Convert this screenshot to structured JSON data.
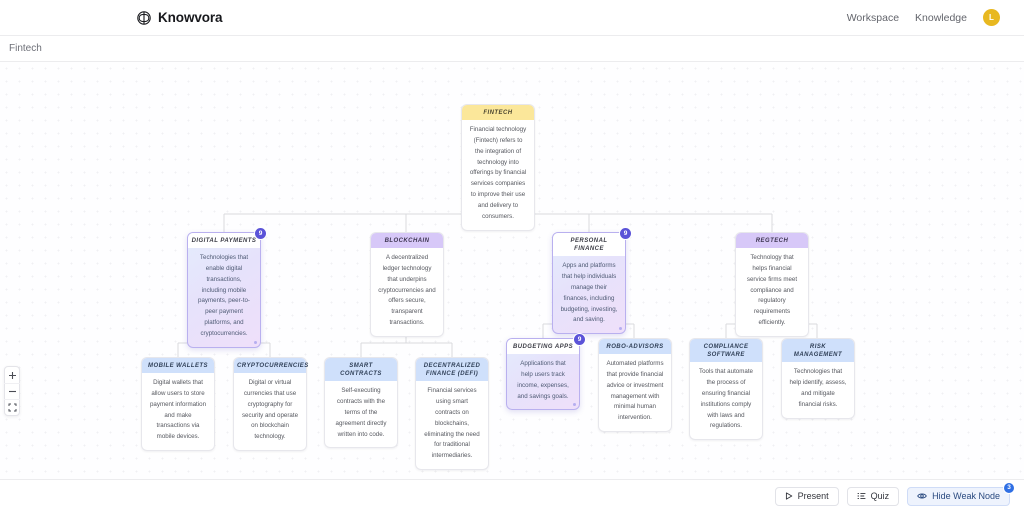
{
  "header": {
    "brand": "Knowvora",
    "brand_icon": "brain-icon",
    "nav": [
      {
        "label": "Workspace"
      },
      {
        "label": "Knowledge"
      }
    ],
    "avatar_initial": "L"
  },
  "breadcrumb": {
    "text": "Fintech"
  },
  "canvas": {
    "zoom_controls": [
      {
        "name": "zoom-in",
        "glyph": "+"
      },
      {
        "name": "zoom-out",
        "glyph": "−"
      },
      {
        "name": "fit-view",
        "glyph": "⛶"
      }
    ]
  },
  "mindmap": {
    "root": {
      "title": "FINTECH",
      "body": "Financial technology (Fintech) refers to the integration of technology into offerings by financial services companies to improve their use and delivery to consumers.",
      "accent": "#fbe79a",
      "badge": null,
      "selected": false
    },
    "branches": [
      {
        "title": "DIGITAL PAYMENTS",
        "body": "Technologies that enable digital transactions, including mobile payments, peer-to-peer payment platforms, and cryptocurrencies.",
        "accent": "#d7c8f8",
        "badge": "9",
        "selected": true,
        "children": [
          {
            "title": "MOBILE WALLETS",
            "body": "Digital wallets that allow users to store payment information and make transactions via mobile devices.",
            "accent": "#cfe0fb",
            "badge": null,
            "selected": false
          },
          {
            "title": "CRYPTOCURRENCIES",
            "body": "Digital or virtual currencies that use cryptography for security and operate on blockchain technology.",
            "accent": "#cfe0fb",
            "badge": null,
            "selected": false
          }
        ]
      },
      {
        "title": "BLOCKCHAIN",
        "body": "A decentralized ledger technology that underpins cryptocurrencies and offers secure, transparent transactions.",
        "accent": "#d7c8f8",
        "badge": null,
        "selected": false,
        "children": [
          {
            "title": "SMART CONTRACTS",
            "body": "Self-executing contracts with the terms of the agreement directly written into code.",
            "accent": "#cfe0fb",
            "badge": null,
            "selected": false
          },
          {
            "title": "DECENTRALIZED FINANCE (DEFI)",
            "body": "Financial services using smart contracts on blockchains, eliminating the need for traditional intermediaries.",
            "accent": "#cfe0fb",
            "badge": null,
            "selected": false
          }
        ]
      },
      {
        "title": "PERSONAL FINANCE",
        "body": "Apps and platforms that help individuals manage their finances, including budgeting, investing, and saving.",
        "accent": "#d7c8f8",
        "badge": "9",
        "selected": true,
        "children": [
          {
            "title": "BUDGETING APPS",
            "body": "Applications that help users track income, expenses, and savings goals.",
            "accent": "#cfe0fb",
            "badge": "9",
            "selected": true
          },
          {
            "title": "ROBO-ADVISORS",
            "body": "Automated platforms that provide financial advice or investment management with minimal human intervention.",
            "accent": "#cfe0fb",
            "badge": null,
            "selected": false
          }
        ]
      },
      {
        "title": "REGTECH",
        "body": "Technology that helps financial service firms meet compliance and regulatory requirements efficiently.",
        "accent": "#d7c8f8",
        "badge": null,
        "selected": false,
        "children": [
          {
            "title": "COMPLIANCE SOFTWARE",
            "body": "Tools that automate the process of ensuring financial institutions comply with laws and regulations.",
            "accent": "#cfe0fb",
            "badge": null,
            "selected": false
          },
          {
            "title": "RISK MANAGEMENT",
            "body": "Technologies that help identify, assess, and mitigate financial risks.",
            "accent": "#cfe0fb",
            "badge": null,
            "selected": false
          }
        ]
      }
    ]
  },
  "toolbar": {
    "present_label": "Present",
    "quiz_label": "Quiz",
    "hide_weak_label": "Hide Weak Node",
    "hide_weak_badge": "3"
  },
  "colors": {
    "brand_accent": "#e8b820",
    "node_root": "#fbe79a",
    "node_branch": "#d7c8f8",
    "node_leaf": "#cfe0fb",
    "badge_purple": "#5b53d8",
    "badge_blue": "#2f6fe4"
  }
}
